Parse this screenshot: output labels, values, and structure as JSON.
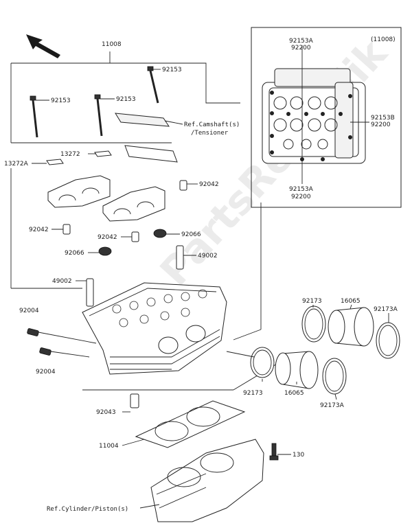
{
  "labels": {
    "group_top": "11008",
    "inset_group": "(11008)",
    "bolt_center": "92153",
    "bolt_left": "92153",
    "bolt_right": "92153",
    "ref_camshaft_1": "Ref.Camshaft(s)",
    "ref_camshaft_2": "/Tensioner",
    "plate_13272": "13272",
    "plate_13272a": "13272A",
    "dowel_92042_right": "92042",
    "dowel_92042_left": "92042",
    "dowel_92042_mid": "92042",
    "seal_92066_right": "92066",
    "seal_92066_left": "92066",
    "guide_49002_right": "49002",
    "guide_49002_left": "49002",
    "stud_92004_top": "92004",
    "stud_92004_bottom": "92004",
    "clamp_92173_top": "92173",
    "holder_16065_top": "16065",
    "clamp_92173a_top": "92173A",
    "clamp_92173_bottom": "92173",
    "holder_16065_bottom": "16065",
    "clamp_92173a_bottom": "92173A",
    "dowel_92043": "92043",
    "gasket_11004": "11004",
    "bolt_130": "130",
    "ref_cylinder": "Ref.Cylinder/Piston(s)",
    "inset_bolt_a_top": "92153A",
    "inset_washer_top": "92200",
    "inset_bolt_b": "92153B",
    "inset_washer_right": "92200",
    "inset_bolt_a_bottom": "92153A",
    "inset_washer_bottom": "92200"
  },
  "watermark": "PartsRepublik",
  "icons": {
    "direction": "front-arrow-icon"
  }
}
